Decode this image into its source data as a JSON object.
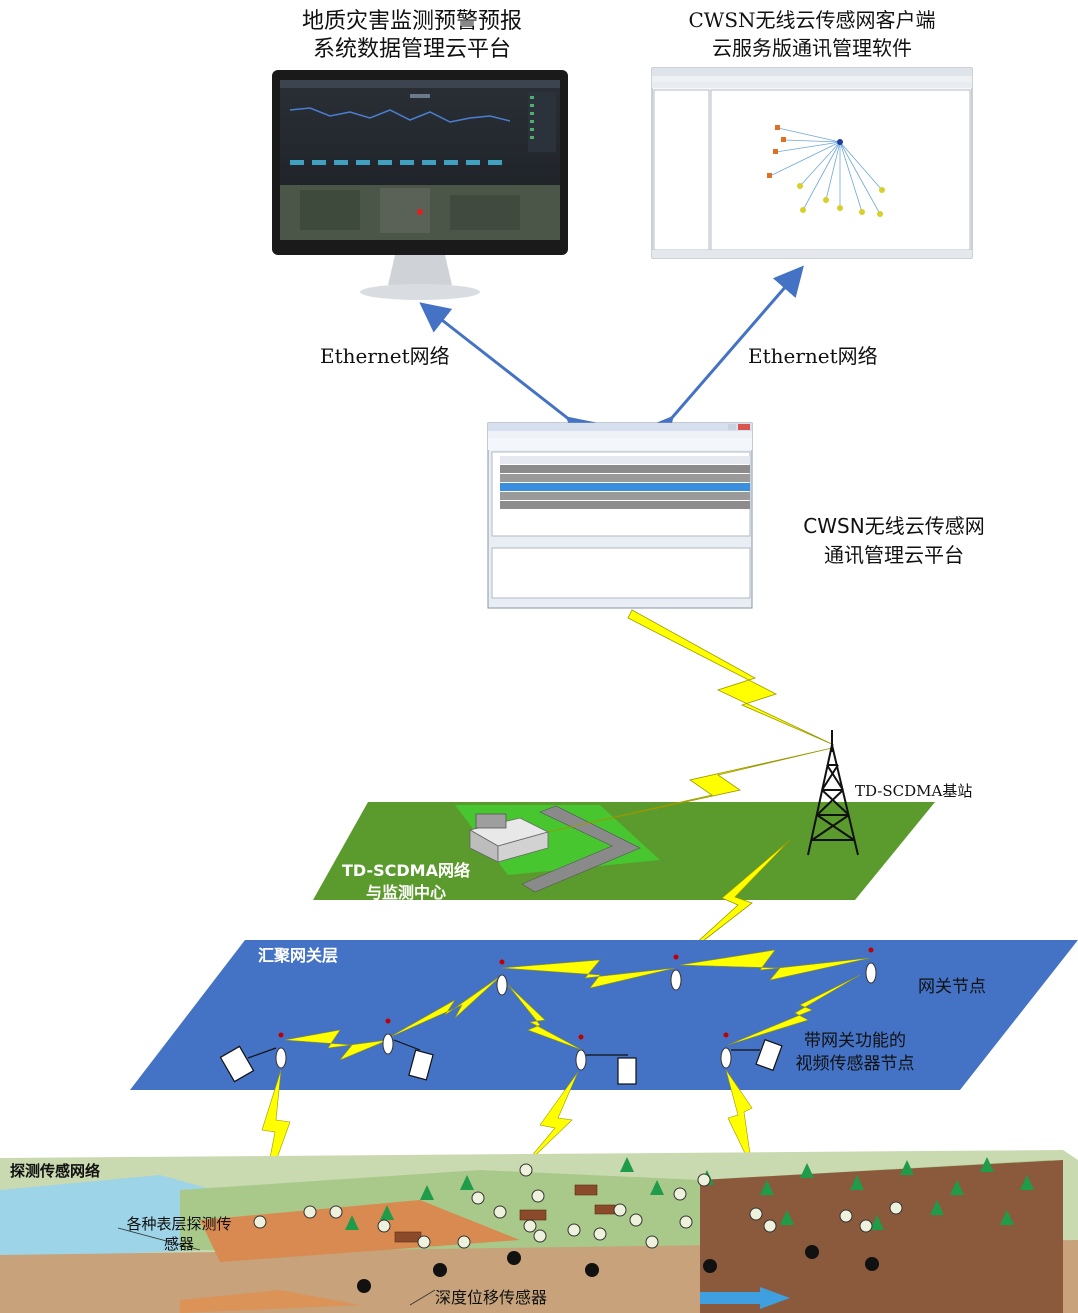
{
  "top_left": {
    "title_line1": "地质灾害监测预警预报",
    "title_line2": "系统数据管理云平台"
  },
  "top_right": {
    "title_line1": "CWSN无线云传感网客户端",
    "title_line2": "云服务版通讯管理软件"
  },
  "links": {
    "left": "Ethernet网络",
    "right": "Ethernet网络"
  },
  "platform": {
    "title_line1": "CWSN无线云传感网",
    "title_line2": "通讯管理云平台"
  },
  "tdscdma": {
    "base_station": "TD-SCDMA基站",
    "network_line1": "TD-SCDMA网络",
    "network_line2": "与监测中心"
  },
  "gateway_layer": {
    "title": "汇聚网关层",
    "gateway_nodes": "网关节点",
    "video_line1": "带网关功能的",
    "video_line2": "视频传感器节点"
  },
  "sensing": {
    "title": "探测传感网络",
    "surface_line1": "各种表层探测传",
    "surface_line2": "感器",
    "deep": "深度位移传感器"
  },
  "colors": {
    "arrow": "#4472c4",
    "lightning": "#ffff00",
    "green_plane": "#5b9a2c",
    "blue_plane": "#4472c4"
  }
}
